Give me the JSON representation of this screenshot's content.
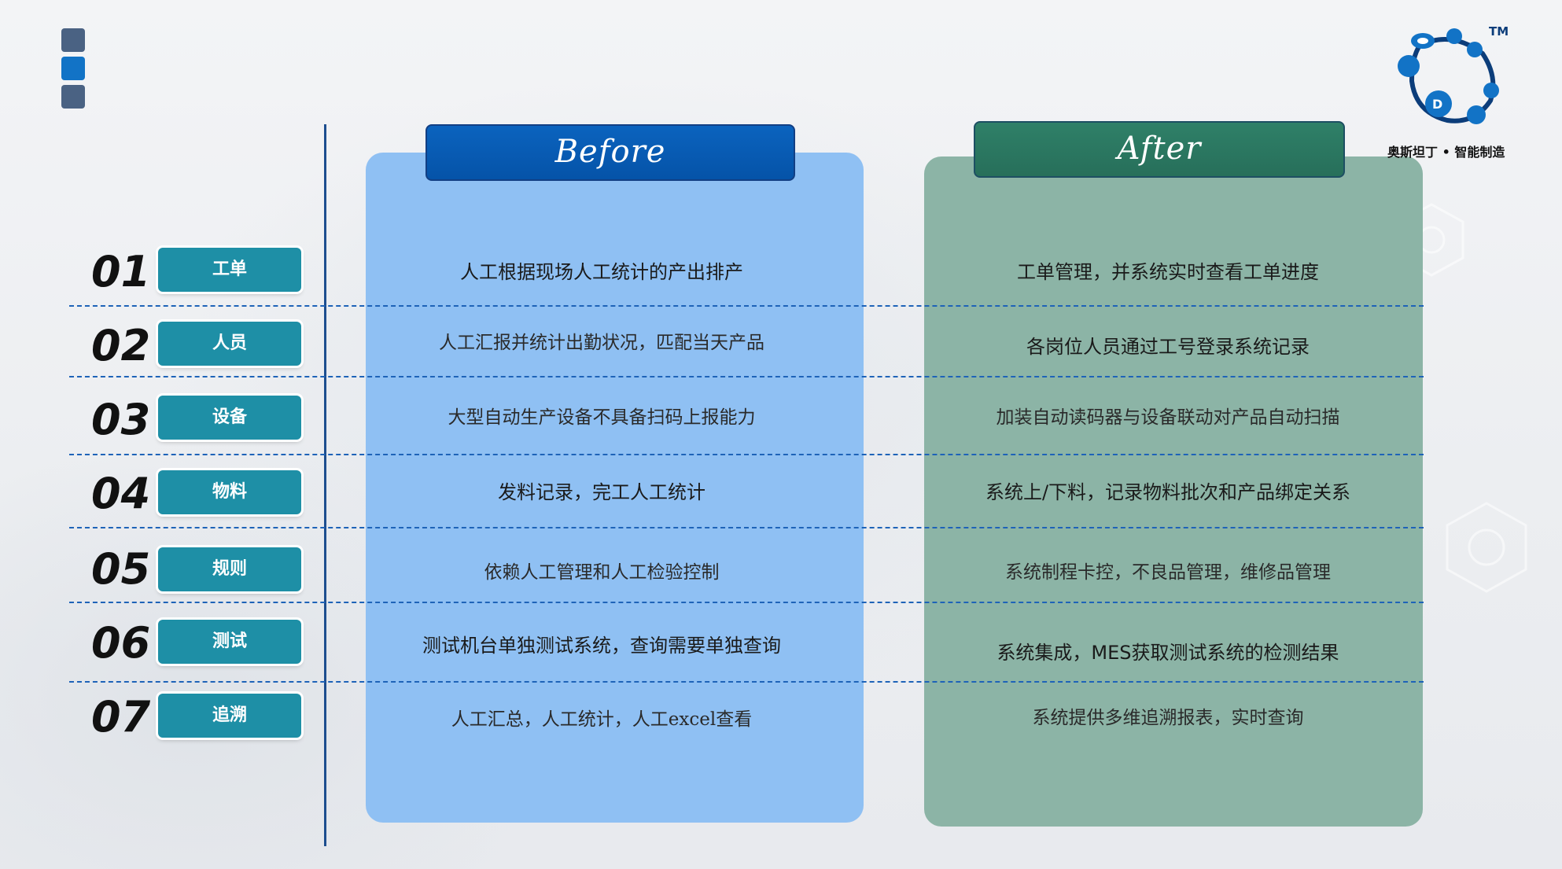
{
  "logo": {
    "tm": "TM",
    "text": "奥斯坦丁 • 智能制造"
  },
  "headers": {
    "before": "Before",
    "after": "After"
  },
  "rows": [
    {
      "num": "01",
      "category": "工单",
      "before": "人工根据现场人工统计的产出排产",
      "after": "工单管理，并系统实时查看工单进度"
    },
    {
      "num": "02",
      "category": "人员",
      "before": "人工汇报并统计出勤状况，匹配当天产品",
      "after": "各岗位人员通过工号登录系统记录"
    },
    {
      "num": "03",
      "category": "设备",
      "before": "大型自动生产设备不具备扫码上报能力",
      "after": "加装自动读码器与设备联动对产品自动扫描"
    },
    {
      "num": "04",
      "category": "物料",
      "before": "发料记录，完工人工统计",
      "after": "系统上/下料，记录物料批次和产品绑定关系"
    },
    {
      "num": "05",
      "category": "规则",
      "before": "依赖人工管理和人工检验控制",
      "after": "系统制程卡控，不良品管理，维修品管理"
    },
    {
      "num": "06",
      "category": "测试",
      "before": "测试机台单独测试系统，查询需要单独查询",
      "after": "系统集成，MES获取测试系统的检测结果"
    },
    {
      "num": "07",
      "category": "追溯",
      "before": "人工汇总，人工统计，人工excel查看",
      "after": "系统提供多维追溯报表，实时查询"
    }
  ],
  "colors": {
    "before_panel": "#8fc0f3",
    "after_panel": "#8cb4a6",
    "before_header": "#0553a8",
    "after_header": "#276f5a",
    "category_tag": "#1e8fa6",
    "divider": "#1e63b8",
    "logo_blue": "#1273c6"
  }
}
